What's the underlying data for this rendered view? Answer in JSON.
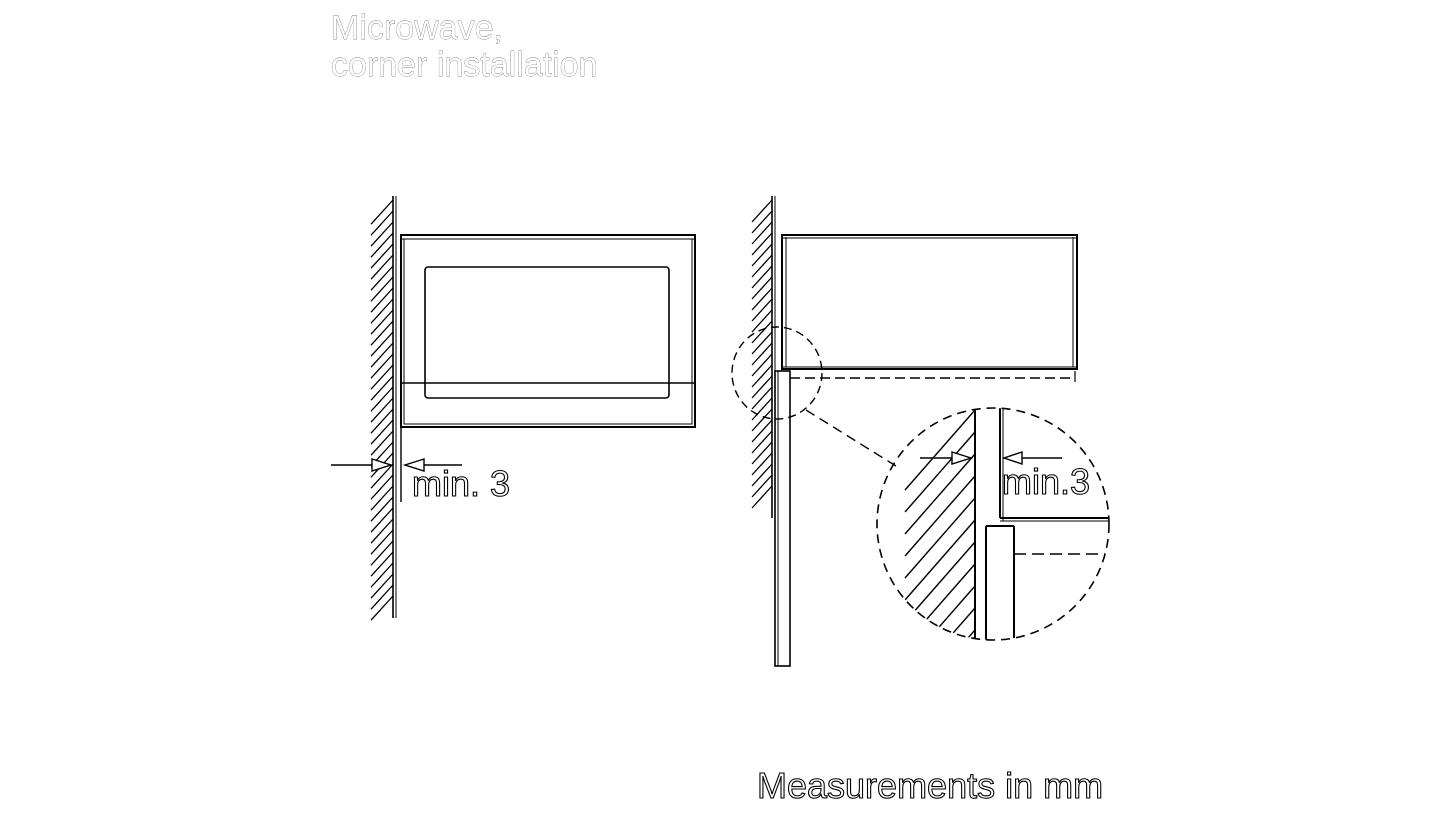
{
  "title": {
    "line1": "Microwave,",
    "line2": "corner installation"
  },
  "left_view": {
    "clearance_label": "min. 3"
  },
  "right_view": {
    "clearance_label": "min.3"
  },
  "footer": {
    "units_note": "Measurements in mm"
  },
  "colors": {
    "line": "#000000",
    "background": "#ffffff"
  }
}
